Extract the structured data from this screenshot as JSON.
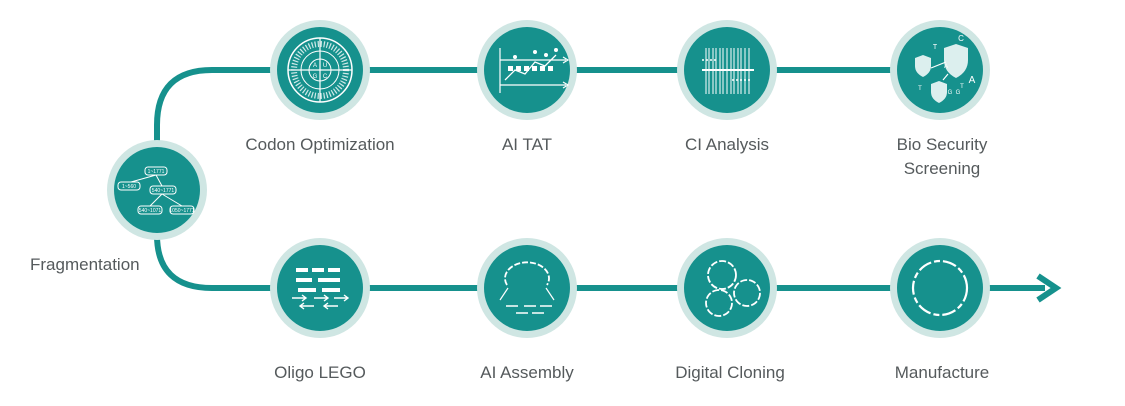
{
  "colors": {
    "teal": "#16918d",
    "ring": "#cfe6e3",
    "glyph": "#ffffff",
    "text": "#555a5c",
    "background": "#ffffff"
  },
  "steps": [
    {
      "id": "fragmentation",
      "label": "Fragmentation",
      "icon": "fragment-tree-icon"
    },
    {
      "id": "codon-optimization",
      "label": "Codon Optimization",
      "icon": "codon-wheel-icon"
    },
    {
      "id": "ai-tat",
      "label": "AI TAT",
      "icon": "ai-chart-icon"
    },
    {
      "id": "ci-analysis",
      "label": "CI Analysis",
      "icon": "barcode-icon"
    },
    {
      "id": "bio-security",
      "label": "Bio Security\nScreening",
      "icon": "shield-icon"
    },
    {
      "id": "oligo-lego",
      "label": "Oligo LEGO",
      "icon": "oligo-blocks-icon"
    },
    {
      "id": "ai-assembly",
      "label": "AI Assembly",
      "icon": "assembly-ring-icon"
    },
    {
      "id": "digital-cloning",
      "label": "Digital Cloning",
      "icon": "plasmid-circles-icon"
    },
    {
      "id": "manufacture",
      "label": "Manufacture",
      "icon": "plasmid-ring-icon"
    }
  ],
  "tree_labels": {
    "root": "1~1771",
    "left": "1~560",
    "right": "540~1771",
    "leaf1": "540~1071",
    "leaf2": "1050~1771"
  },
  "shield_letters": [
    "C",
    "T",
    "A",
    "T",
    "A",
    "G",
    "G",
    "T"
  ]
}
